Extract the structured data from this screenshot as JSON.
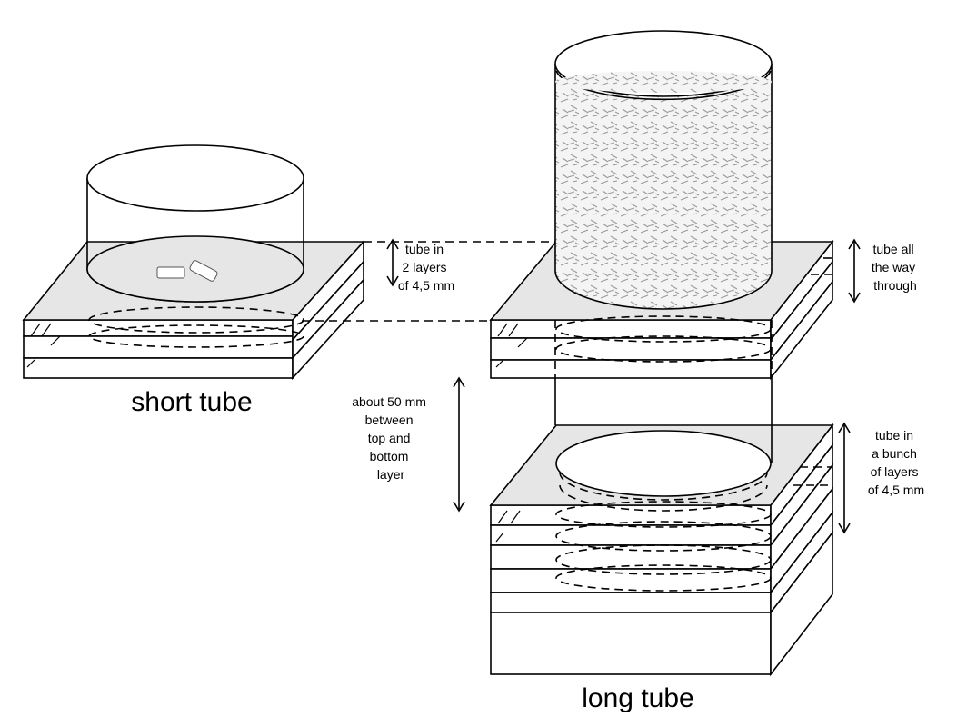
{
  "labels": {
    "short_tube_caption": "short tube",
    "long_tube_caption": "long tube",
    "short_tube_note": [
      "tube in",
      "2 layers",
      "of 4,5 mm"
    ],
    "through_note": [
      "tube all",
      "the way",
      "through"
    ],
    "gap_note": [
      "about 50 mm",
      "between",
      "top and",
      "bottom",
      "layer"
    ],
    "bunch_note": [
      "tube in",
      "a bunch",
      "of layers",
      "of 4,5 mm"
    ]
  },
  "colors": {
    "plate_top": "#e6e6e6",
    "outline": "#000000",
    "fill_texture": "#f2f2f2"
  }
}
